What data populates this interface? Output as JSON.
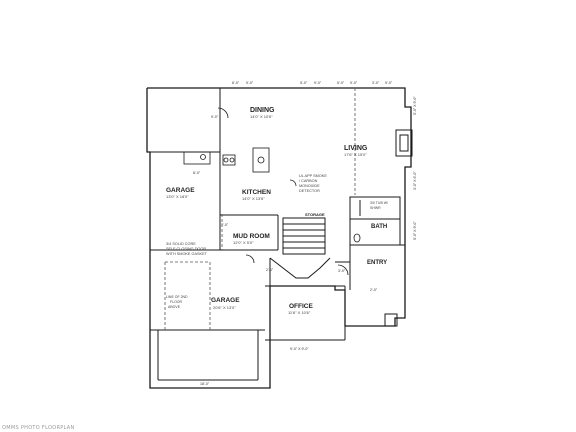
{
  "rooms": {
    "dining": {
      "label": "DINING",
      "size": "14'0\" X 10'6\""
    },
    "living": {
      "label": "LIVING",
      "size": "17'6\" X 15'0\""
    },
    "garage_upper": {
      "label": "GARAGE",
      "size": "13'0\" X 18'0\""
    },
    "kitchen": {
      "label": "KITCHEN",
      "size": "14'0\" X 13'6\""
    },
    "mud_room": {
      "label": "MUD ROOM",
      "size": "12'0\" X 5'0\""
    },
    "bath": {
      "label": "BATH"
    },
    "entry": {
      "label": "ENTRY"
    },
    "garage_lower": {
      "label": "GARAGE",
      "size": "20'6\" X 13'0\""
    },
    "office": {
      "label": "OFFICE",
      "size": "11'6\" X 10'6\""
    },
    "storage": {
      "label": "STORAGE"
    }
  },
  "notes": {
    "smoke_detector": [
      "UL APP SMOKE",
      "/ CARBON",
      "MONOXIDE",
      "DETECTOR"
    ],
    "fire_door": [
      "3/4 SOLID CORE",
      "SELF CLOSING DOOR",
      "WITH SMOKE GASKET"
    ],
    "second_floor": [
      "LINE OF 2ND",
      "FLOOR",
      "ABOVE"
    ],
    "closet": [
      "3/0 TUB W/",
      "SHWR"
    ]
  },
  "dimensions": {
    "top": [
      "6'-0\"",
      "9'-0\"",
      "5'-0\"",
      "9'-0\"",
      "5'-0\"",
      "9'-0\"",
      "3'-0\"",
      "9'-0\""
    ],
    "bottom_width": "18'-0\"",
    "office_bottom": "9'-0\" X 9'-0\"",
    "mud_room_side": "7'-0\"",
    "storage_side": "2'-6\"",
    "right_side": [
      "5'-0\" X 9'-0\"",
      "3'-0\" X 6'-0\"",
      "5'-0\" X 9'-0\""
    ],
    "left_small": [
      "8'-0\"",
      "9'-0\""
    ],
    "entry_bottom": "2'-0\"",
    "entry_step": "3'-0\""
  },
  "watermark": "OMMS PHOTO FLOORPLAN",
  "colors": {
    "line": "#1a1a1a",
    "dash": "#555555"
  }
}
